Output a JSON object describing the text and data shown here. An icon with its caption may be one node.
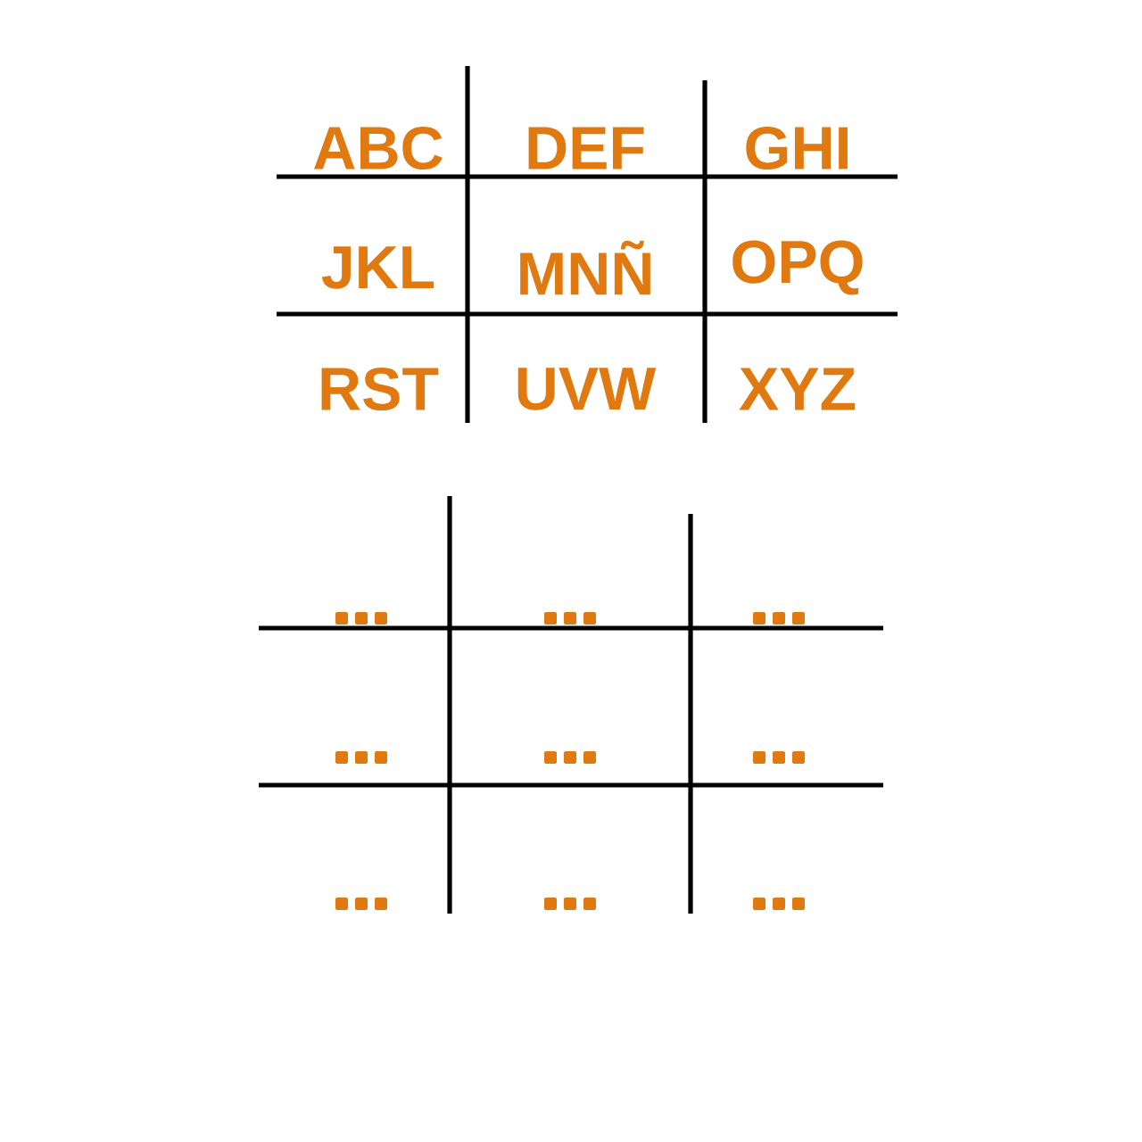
{
  "diagram": {
    "labels": [
      "ABC",
      "DEF",
      "GHI",
      "JKL",
      "MNÑ",
      "OPQ",
      "RST",
      "UVW",
      "XYZ"
    ]
  }
}
